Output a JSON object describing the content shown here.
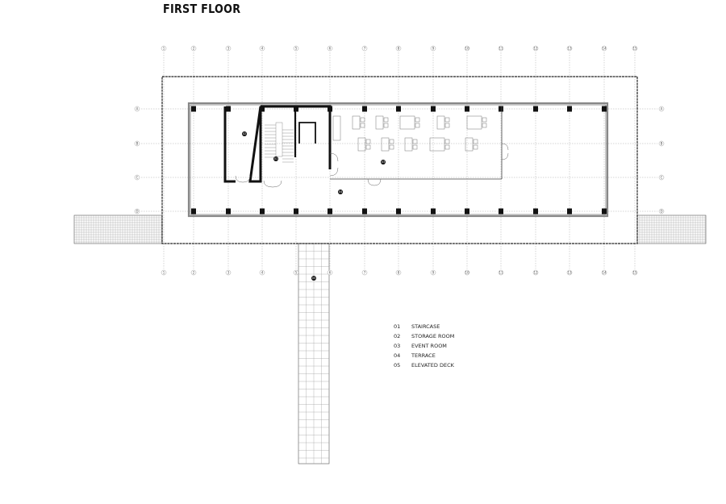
{
  "title": "FIRST FLOOR",
  "grid": {
    "columns": [
      "1",
      "2",
      "3",
      "4",
      "5",
      "6",
      "7",
      "8",
      "9",
      "10",
      "11",
      "12",
      "13",
      "14",
      "15"
    ],
    "rows": [
      "A",
      "B",
      "C",
      "D"
    ]
  },
  "room_markers": [
    {
      "id": "01",
      "room": "staircase"
    },
    {
      "id": "02",
      "room": "storage-room"
    },
    {
      "id": "03",
      "room": "event-room"
    },
    {
      "id": "04",
      "room": "terrace"
    },
    {
      "id": "05",
      "room": "elevated-deck"
    }
  ],
  "legend": [
    {
      "num": "01",
      "label": "STAIRCASE"
    },
    {
      "num": "02",
      "label": "STORAGE ROOM"
    },
    {
      "num": "03",
      "label": "EVENT ROOM"
    },
    {
      "num": "04",
      "label": "TERRACE"
    },
    {
      "num": "05",
      "label": "ELEVATED DECK"
    }
  ]
}
